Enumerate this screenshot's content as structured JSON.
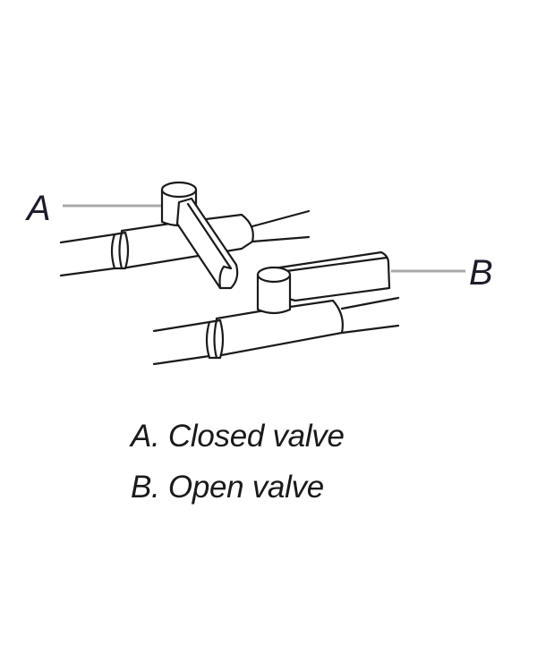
{
  "diagram": {
    "type": "technical-illustration",
    "subject": "valve handle positions",
    "callouts": [
      {
        "id": "A",
        "label": "A",
        "target": "closed-valve"
      },
      {
        "id": "B",
        "label": "B",
        "target": "open-valve"
      }
    ],
    "legend": [
      {
        "key": "A.",
        "text": "Closed valve",
        "full": "A. Closed valve"
      },
      {
        "key": "B.",
        "text": "Open valve",
        "full": "B. Open valve"
      }
    ],
    "colors": {
      "line": "#1a1a1a",
      "leader": "#a8a8a8",
      "background": "#ffffff"
    }
  }
}
